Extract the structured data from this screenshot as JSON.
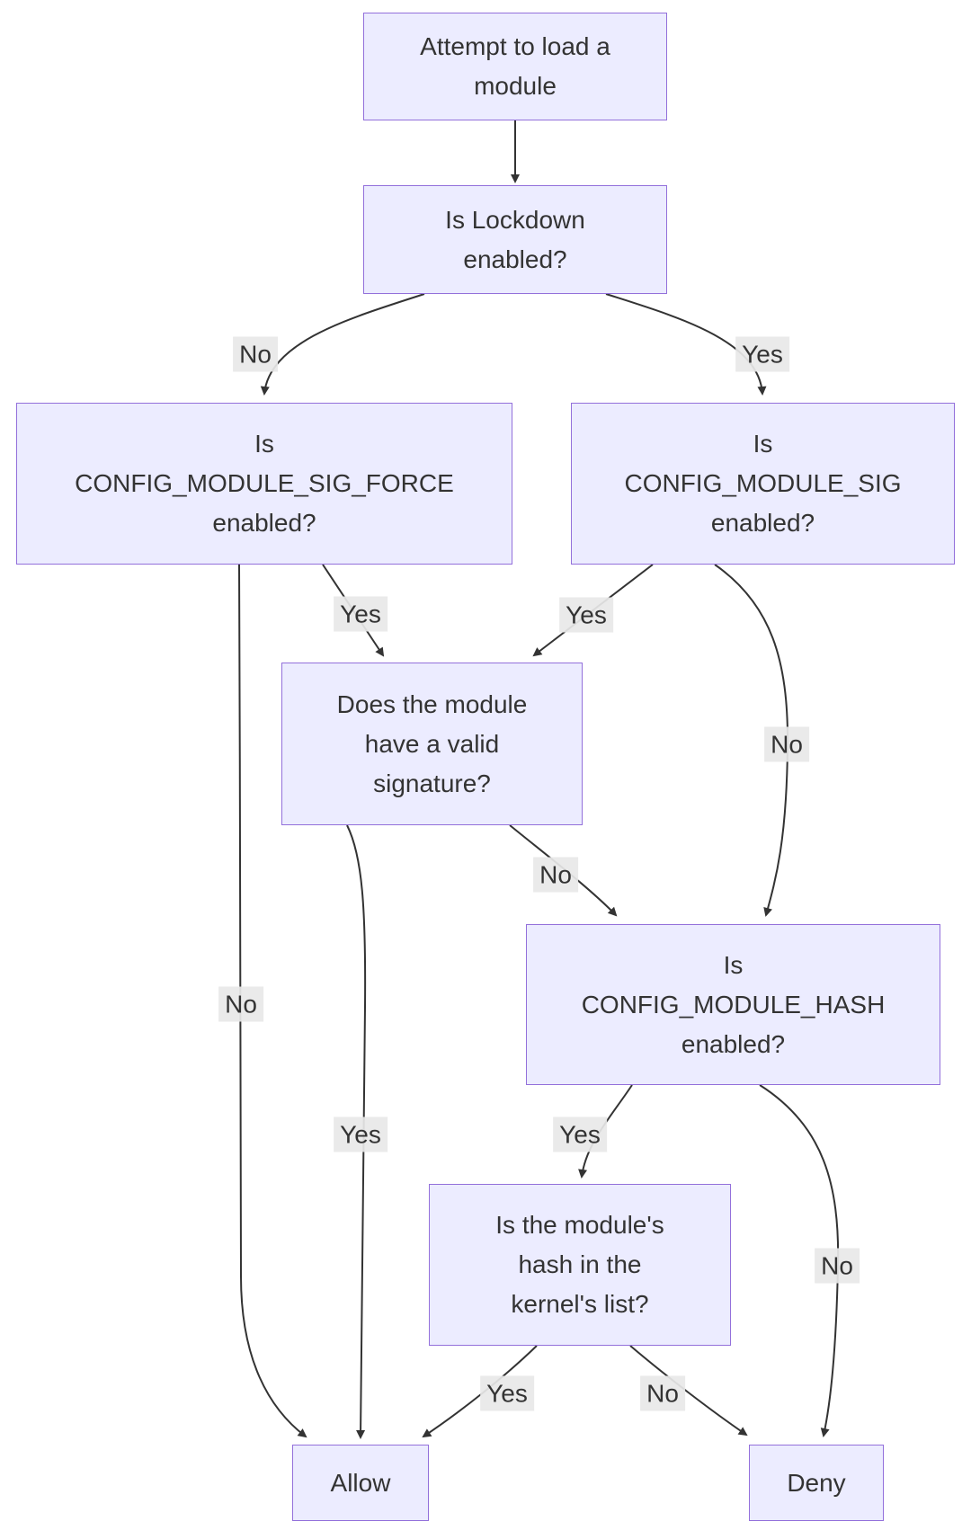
{
  "diagram": {
    "type": "flowchart",
    "direction": "top-down",
    "colors": {
      "node_fill": "#ECECFF",
      "node_border": "#9370DB",
      "edge_line": "#333333",
      "edge_label_bg": "#e8e8e8",
      "text": "#333333",
      "background": "#ffffff"
    },
    "nodes": [
      {
        "id": "start",
        "label": "Attempt to load a\nmodule"
      },
      {
        "id": "lockdown",
        "label": "Is Lockdown\nenabled?"
      },
      {
        "id": "sig_force",
        "label": "Is\nCONFIG_MODULE_SIG_FORCE\nenabled?"
      },
      {
        "id": "sig",
        "label": "Is\nCONFIG_MODULE_SIG\nenabled?"
      },
      {
        "id": "valid_sig",
        "label": "Does the module\nhave a valid\nsignature?"
      },
      {
        "id": "hash",
        "label": "Is\nCONFIG_MODULE_HASH\nenabled?"
      },
      {
        "id": "hash_list",
        "label": "Is the module's\nhash in the\nkernel's list?"
      },
      {
        "id": "allow",
        "label": "Allow"
      },
      {
        "id": "deny",
        "label": "Deny"
      }
    ],
    "edges": [
      {
        "from": "start",
        "to": "lockdown",
        "label": ""
      },
      {
        "from": "lockdown",
        "to": "sig_force",
        "label": "No"
      },
      {
        "from": "lockdown",
        "to": "sig",
        "label": "Yes"
      },
      {
        "from": "sig_force",
        "to": "valid_sig",
        "label": "Yes"
      },
      {
        "from": "sig",
        "to": "valid_sig",
        "label": "Yes"
      },
      {
        "from": "sig",
        "to": "hash",
        "label": "No"
      },
      {
        "from": "valid_sig",
        "to": "hash",
        "label": "No"
      },
      {
        "from": "sig_force",
        "to": "allow",
        "label": "No"
      },
      {
        "from": "valid_sig",
        "to": "allow",
        "label": "Yes"
      },
      {
        "from": "hash",
        "to": "hash_list",
        "label": "Yes"
      },
      {
        "from": "hash",
        "to": "deny",
        "label": "No"
      },
      {
        "from": "hash_list",
        "to": "allow",
        "label": "Yes"
      },
      {
        "from": "hash_list",
        "to": "deny",
        "label": "No"
      }
    ]
  }
}
